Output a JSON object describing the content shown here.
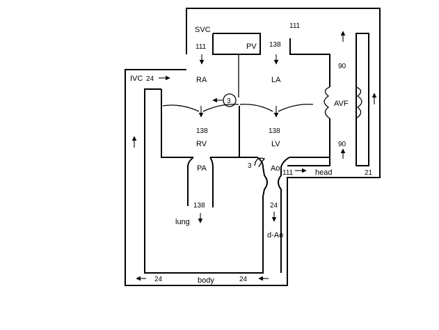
{
  "labels": {
    "svc": "SVC",
    "ivc": "IVC",
    "ra": "RA",
    "la": "LA",
    "rv": "RV",
    "lv": "LV",
    "pv": "PV",
    "pa": "PA",
    "ao": "Ao",
    "avf": "AVF",
    "head": "head",
    "lung": "lung",
    "d_ao": "d-Ao",
    "body": "body"
  },
  "values": {
    "svc_top": "111",
    "svc_sat": "111",
    "ivc_sat": "24",
    "pv_sat": "138",
    "rv_sat": "138",
    "lv_sat": "138",
    "shunt": "3",
    "ao_shunt": "3",
    "ao_head": "111",
    "lung_sat": "138",
    "dao_sat": "24",
    "body_left": "24",
    "body_right": "24",
    "avf_top": "90",
    "avf_bottom": "90",
    "head_right": "21"
  }
}
